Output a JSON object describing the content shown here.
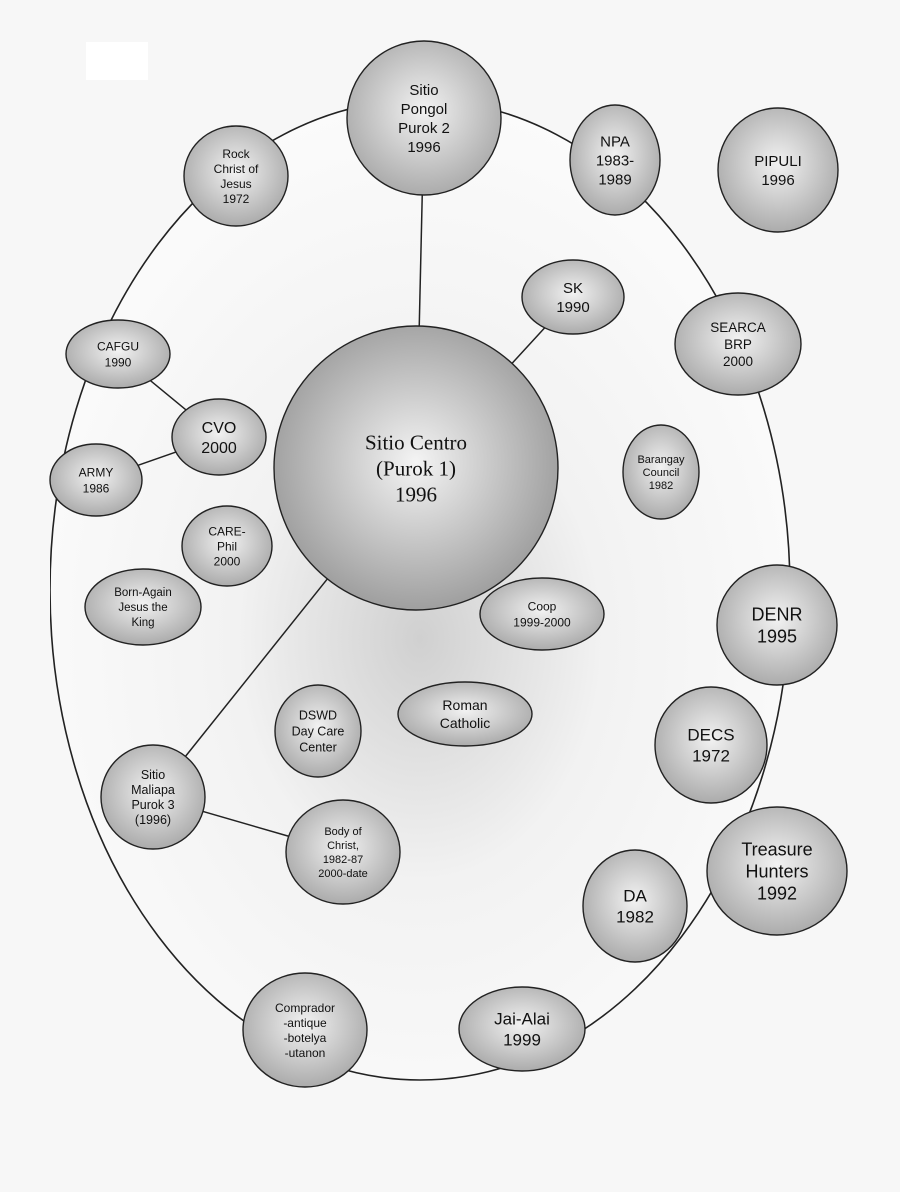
{
  "nodes": [
    {
      "id": "centro",
      "lines": [
        "Sitio Centro",
        "(Purok 1)",
        "1996"
      ]
    },
    {
      "id": "pongol",
      "lines": [
        "Sitio",
        "Pongol",
        "Purok 2",
        "1996"
      ]
    },
    {
      "id": "maliapa",
      "lines": [
        "Sitio",
        "Maliapa",
        "Purok 3",
        "(1996)"
      ]
    },
    {
      "id": "rock",
      "lines": [
        "Rock",
        "Christ of",
        "Jesus",
        "1972"
      ]
    },
    {
      "id": "npa",
      "lines": [
        "NPA",
        "1983-",
        "1989"
      ]
    },
    {
      "id": "pipuli",
      "lines": [
        "PIPULI",
        "1996"
      ]
    },
    {
      "id": "sk",
      "lines": [
        "SK",
        "1990"
      ]
    },
    {
      "id": "searca",
      "lines": [
        "SEARCA",
        "BRP",
        "2000"
      ]
    },
    {
      "id": "cafgu",
      "lines": [
        "CAFGU",
        "1990"
      ]
    },
    {
      "id": "cvo",
      "lines": [
        "CVO",
        "2000"
      ]
    },
    {
      "id": "army",
      "lines": [
        "ARMY",
        "1986"
      ]
    },
    {
      "id": "barangay",
      "lines": [
        "Barangay",
        "Council",
        "1982"
      ]
    },
    {
      "id": "care",
      "lines": [
        "CARE-",
        "Phil",
        "2000"
      ]
    },
    {
      "id": "bornagain",
      "lines": [
        "Born-Again",
        "Jesus the",
        "King"
      ]
    },
    {
      "id": "coop",
      "lines": [
        "Coop",
        "1999-2000"
      ]
    },
    {
      "id": "denr",
      "lines": [
        "DENR",
        "1995"
      ]
    },
    {
      "id": "dswd",
      "lines": [
        "DSWD",
        "Day Care",
        "Center"
      ]
    },
    {
      "id": "roman",
      "lines": [
        "Roman",
        "Catholic"
      ]
    },
    {
      "id": "decs",
      "lines": [
        "DECS",
        "1972"
      ]
    },
    {
      "id": "body",
      "lines": [
        "Body of",
        "Christ,",
        "1982-87",
        "2000-date"
      ]
    },
    {
      "id": "treasure",
      "lines": [
        "Treasure",
        "Hunters",
        "1992"
      ]
    },
    {
      "id": "da",
      "lines": [
        "DA",
        "1982"
      ]
    },
    {
      "id": "comprador",
      "lines": [
        "Comprador",
        "-antique",
        "-botelya",
        "-utanon"
      ]
    },
    {
      "id": "jaialai",
      "lines": [
        "Jai-Alai",
        "1999"
      ]
    }
  ],
  "links": [
    {
      "from": "pongol",
      "to": "centro"
    },
    {
      "from": "sk",
      "to": "centro"
    },
    {
      "from": "maliapa",
      "to": "centro"
    },
    {
      "from": "cafgu",
      "to": "cvo"
    },
    {
      "from": "army",
      "to": "cvo"
    },
    {
      "from": "maliapa",
      "to": "body"
    }
  ],
  "colors": {
    "background": "#f7f7f7",
    "node_light": "#f2f2f2",
    "node_dark": "#9a9a9a",
    "stroke": "#222222"
  }
}
